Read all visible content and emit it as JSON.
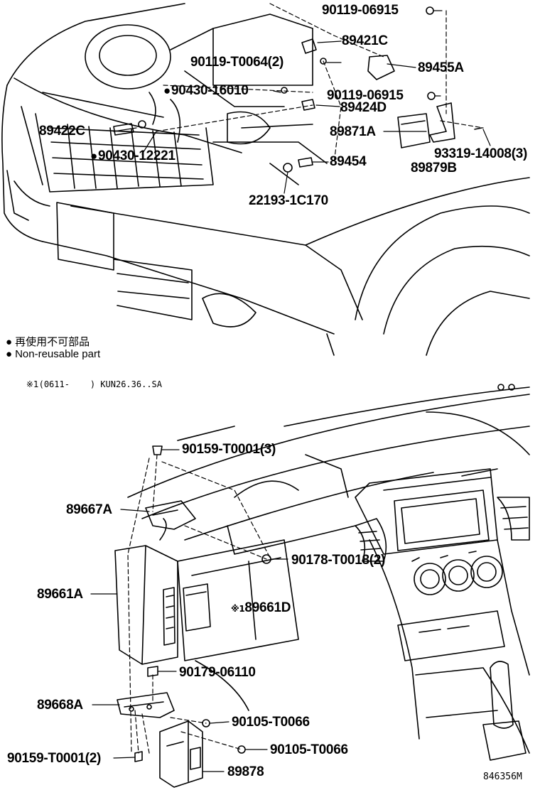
{
  "diagram": {
    "code": "846356M",
    "legend": {
      "jp": "再使用不可部品",
      "en": "Non-reusable part",
      "bullet": "●"
    },
    "note": {
      "mark": "※1",
      "text": "(0611-    ) KUN26.36..SA"
    },
    "callouts_top": [
      {
        "id": "90119-06915-a",
        "text": "90119-06915",
        "bullet": false
      },
      {
        "id": "89421C",
        "text": "89421C",
        "bullet": false
      },
      {
        "id": "90119-T0064",
        "text": "90119-T0064(2)",
        "bullet": false
      },
      {
        "id": "89455A",
        "text": "89455A",
        "bullet": false
      },
      {
        "id": "90430-16010",
        "text": "90430-16010",
        "bullet": true
      },
      {
        "id": "90119-06915-b",
        "text": "90119-06915",
        "bullet": false
      },
      {
        "id": "89424D",
        "text": "89424D",
        "bullet": false
      },
      {
        "id": "89422C",
        "text": "89422C",
        "bullet": false
      },
      {
        "id": "89871A",
        "text": "89871A",
        "bullet": false
      },
      {
        "id": "90430-12221",
        "text": "90430-12221",
        "bullet": true
      },
      {
        "id": "89454",
        "text": "89454",
        "bullet": false
      },
      {
        "id": "93319-14008",
        "text": "93319-14008(3)",
        "bullet": false
      },
      {
        "id": "89879B",
        "text": "89879B",
        "bullet": false
      },
      {
        "id": "22193-1C170",
        "text": "22193-1C170",
        "bullet": false
      }
    ],
    "callouts_bottom": [
      {
        "id": "90159-T0001-3",
        "text": "90159-T0001(3)"
      },
      {
        "id": "89667A",
        "text": "89667A"
      },
      {
        "id": "90178-T0018",
        "text": "90178-T0018(2)"
      },
      {
        "id": "89661A",
        "text": "89661A"
      },
      {
        "id": "89661D",
        "text": "89661D",
        "mark": "※1"
      },
      {
        "id": "90179-06110",
        "text": "90179-06110"
      },
      {
        "id": "89668A",
        "text": "89668A"
      },
      {
        "id": "90105-T0066-a",
        "text": "90105-T0066"
      },
      {
        "id": "90159-T0001-2",
        "text": "90159-T0001(2)"
      },
      {
        "id": "90105-T0066-b",
        "text": "90105-T0066"
      },
      {
        "id": "89878",
        "text": "89878"
      }
    ]
  }
}
